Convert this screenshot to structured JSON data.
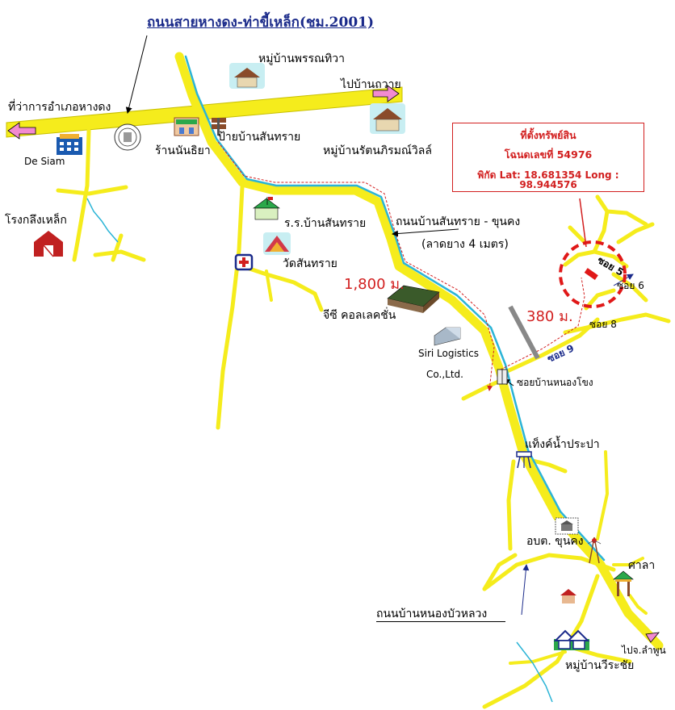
{
  "title": "ถนนสายหางดง-ท่าขี้เหล็ก(ชม.2001)",
  "property_box": {
    "line1": "ที่ตั้งทรัพย์สิน",
    "line2": "โฉนดเลขที่ 54976",
    "line3": "พิกัด Lat: 18.681354 Long : 98.944576"
  },
  "labels": {
    "district_office": "ที่ว่าการอำเภอหางดง",
    "to_ban_tawai": "ไปบ้านถวาย",
    "village_phanthiwa": "หมู่บ้านพรรณทิวา",
    "village_ratanaphirom": "หมู่บ้านรัตนภิรมณ์วิลล์",
    "sign_san_sai": "ป้ายบ้านสันทราย",
    "shop_nanthiya": "ร้านนันธิยา",
    "de_siam": "De Siam",
    "iron_foundry": "โรงกลึงเหล็ก",
    "school": "ร.ร.บ้านสันทราย",
    "temple": "วัดสันทราย",
    "gc_collection": "จีซี คอลเลคชั่น",
    "dist_1800": "1,800 ม.",
    "dist_380": "380 ม.",
    "road_san_sai": "ถนนบ้านสันทราย - ขุนคง",
    "road_width": "(ลาดยาง 4 เมตร)",
    "siri_logistics_1": "Siri Logistics",
    "siri_logistics_2": "Co.,Ltd.",
    "soi_nong_khong": "ซอยบ้านหนองโขง",
    "soi_5": "ซอย 5",
    "soi_6": "ซอย 6",
    "soi_8": "ซอย 8",
    "soi_9": "ซอย 9",
    "water_tank": "แท็งค์น้ำประปา",
    "obt_khun_khong": "อบต. ขุนคง",
    "sala": "ศาลา",
    "road_nong_bua_luang": "ถนนบ้านหนองบัวหลวง",
    "to_lamphun": "ไปจ.ลำพูน",
    "village_wirachai": "หมู่บ้านวีระชัย"
  },
  "colors": {
    "road": "#f5ec1c",
    "river": "#2bb4d6",
    "route": "#d21f1f",
    "highlight": "#e01818",
    "title": "#1a2a8a",
    "arrow_pink": "#f28ad0"
  },
  "icons": [
    "house-icon",
    "school-icon",
    "temple-icon",
    "hospital-icon",
    "warehouse-icon",
    "factory-icon",
    "barn-icon",
    "seal-icon",
    "water-tower-icon",
    "shrine-icon",
    "radio-tower-icon",
    "property-marker-icon"
  ]
}
